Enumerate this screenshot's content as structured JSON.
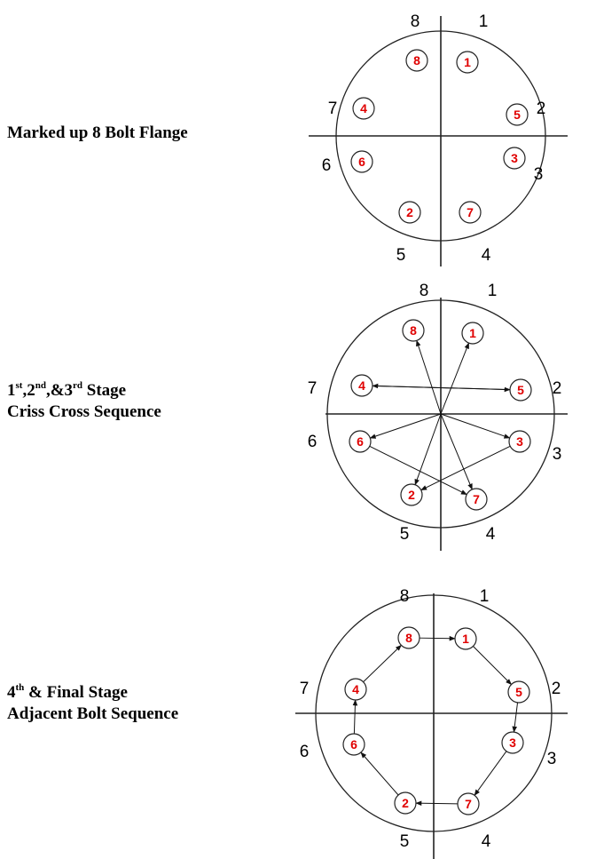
{
  "captions": {
    "d1": "Marked up 8 Bolt Flange",
    "d2": {
      "s1": "1",
      "sup1": "st",
      "sep1": ",",
      "s2": "2",
      "sup2": "nd",
      "sep2": ",&",
      "s3": "3",
      "sup3": "rd",
      "tail": " Stage",
      "line2": "Criss Cross Sequence"
    },
    "d3": {
      "s1": "4",
      "sup1": "th",
      "tail": " & Final Stage",
      "line2": "Adjacent Bolt Sequence"
    }
  },
  "sector_labels": [
    "8",
    "1",
    "7",
    "2",
    "6",
    "3",
    "5",
    "4"
  ],
  "bolts": [
    "8",
    "1",
    "4",
    "5",
    "6",
    "3",
    "2",
    "7"
  ],
  "colors": {
    "bolt_number": "#e00000",
    "line": "#222222"
  },
  "criss_cross_order": [
    "1",
    "2",
    "3",
    "4",
    "5",
    "6",
    "7",
    "8"
  ],
  "adjacent_order": [
    "1",
    "5",
    "3",
    "7",
    "2",
    "6",
    "4",
    "8"
  ]
}
